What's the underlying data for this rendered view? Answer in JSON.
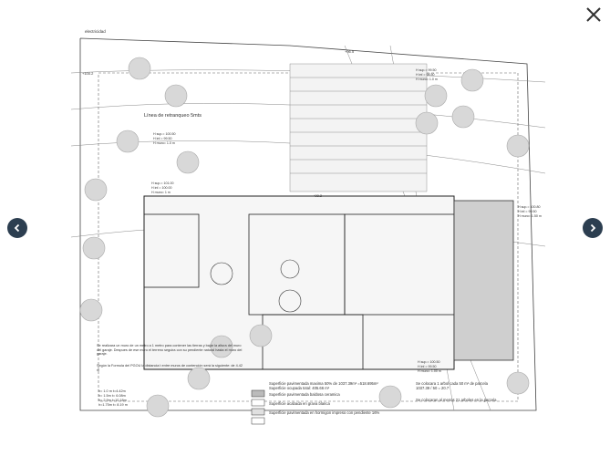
{
  "viewer": {
    "close_icon": "close-icon",
    "prev_icon": "chevron-left-icon",
    "next_icon": "chevron-right-icon",
    "nav_color": "#2c3e50"
  },
  "plan": {
    "label_electricidad": "electricidad",
    "label_linea": "Línea de retranqueo 5mts",
    "levels": [
      {
        "a": "H sup.= 100.50",
        "b": "H inf.= 99.50",
        "c": "H muro= 1.0 m"
      },
      {
        "a": "H sup.= 101.00",
        "b": "H inf.= 100.00",
        "c": "H muro= 1 m"
      },
      {
        "a": "H sup.= 99.50",
        "b": "H inf.= 98.50",
        "c": "H muro= 1.0 m"
      },
      {
        "a": "H sup.= 100.80",
        "b": "H inf.= 99.50",
        "c": "H muro= 1.50 m"
      },
      {
        "a": "H sup.= 100.50",
        "b": "H inf.= 99.50",
        "c": "H muro= 1.00 m"
      }
    ],
    "note_muro": "Se realizara un muro de un metro a 1 metro para contener las tierras y bajar la altura del muro del garaje. Despues de ese muro el terreno seguira con su pendiente natural hasta el muro del garaje.",
    "note_formula": "Según la Formula del PGOU la distancia t entre muros de contención será la siguiente: de 4.42 m",
    "calc_lines": [
      "h= 1.0 m   t=4.42m",
      "h= 1.5m   t= 6.08m",
      "h= 2.9m   t=10.18m",
      "h=1.75m   t= 8.19 m"
    ],
    "legend": [
      {
        "text": "Superficie pavimentada maxima 50% de 1037.39m² =518.695m²"
      },
      {
        "text": "Superficie ocupada total: 405.66 m²"
      },
      {
        "text": "Superficie pavimentada baldosa ceramica"
      },
      {
        "text": "Superficie acabada en grava blanca"
      },
      {
        "text": "Superficie pavimentada en hormigon impreso con pendiente 16%"
      }
    ],
    "tree_note_1": "Se colocara 1 arbol cada 50 m² de parcela",
    "tree_note_2": "1037.39 / 50 = 20.7",
    "tree_note_3": "Se colocaran al menos 21 arboles en la parcela",
    "elev_1": "+96.5",
    "elev_2": "+98.2",
    "elev_3": "+100.2"
  }
}
